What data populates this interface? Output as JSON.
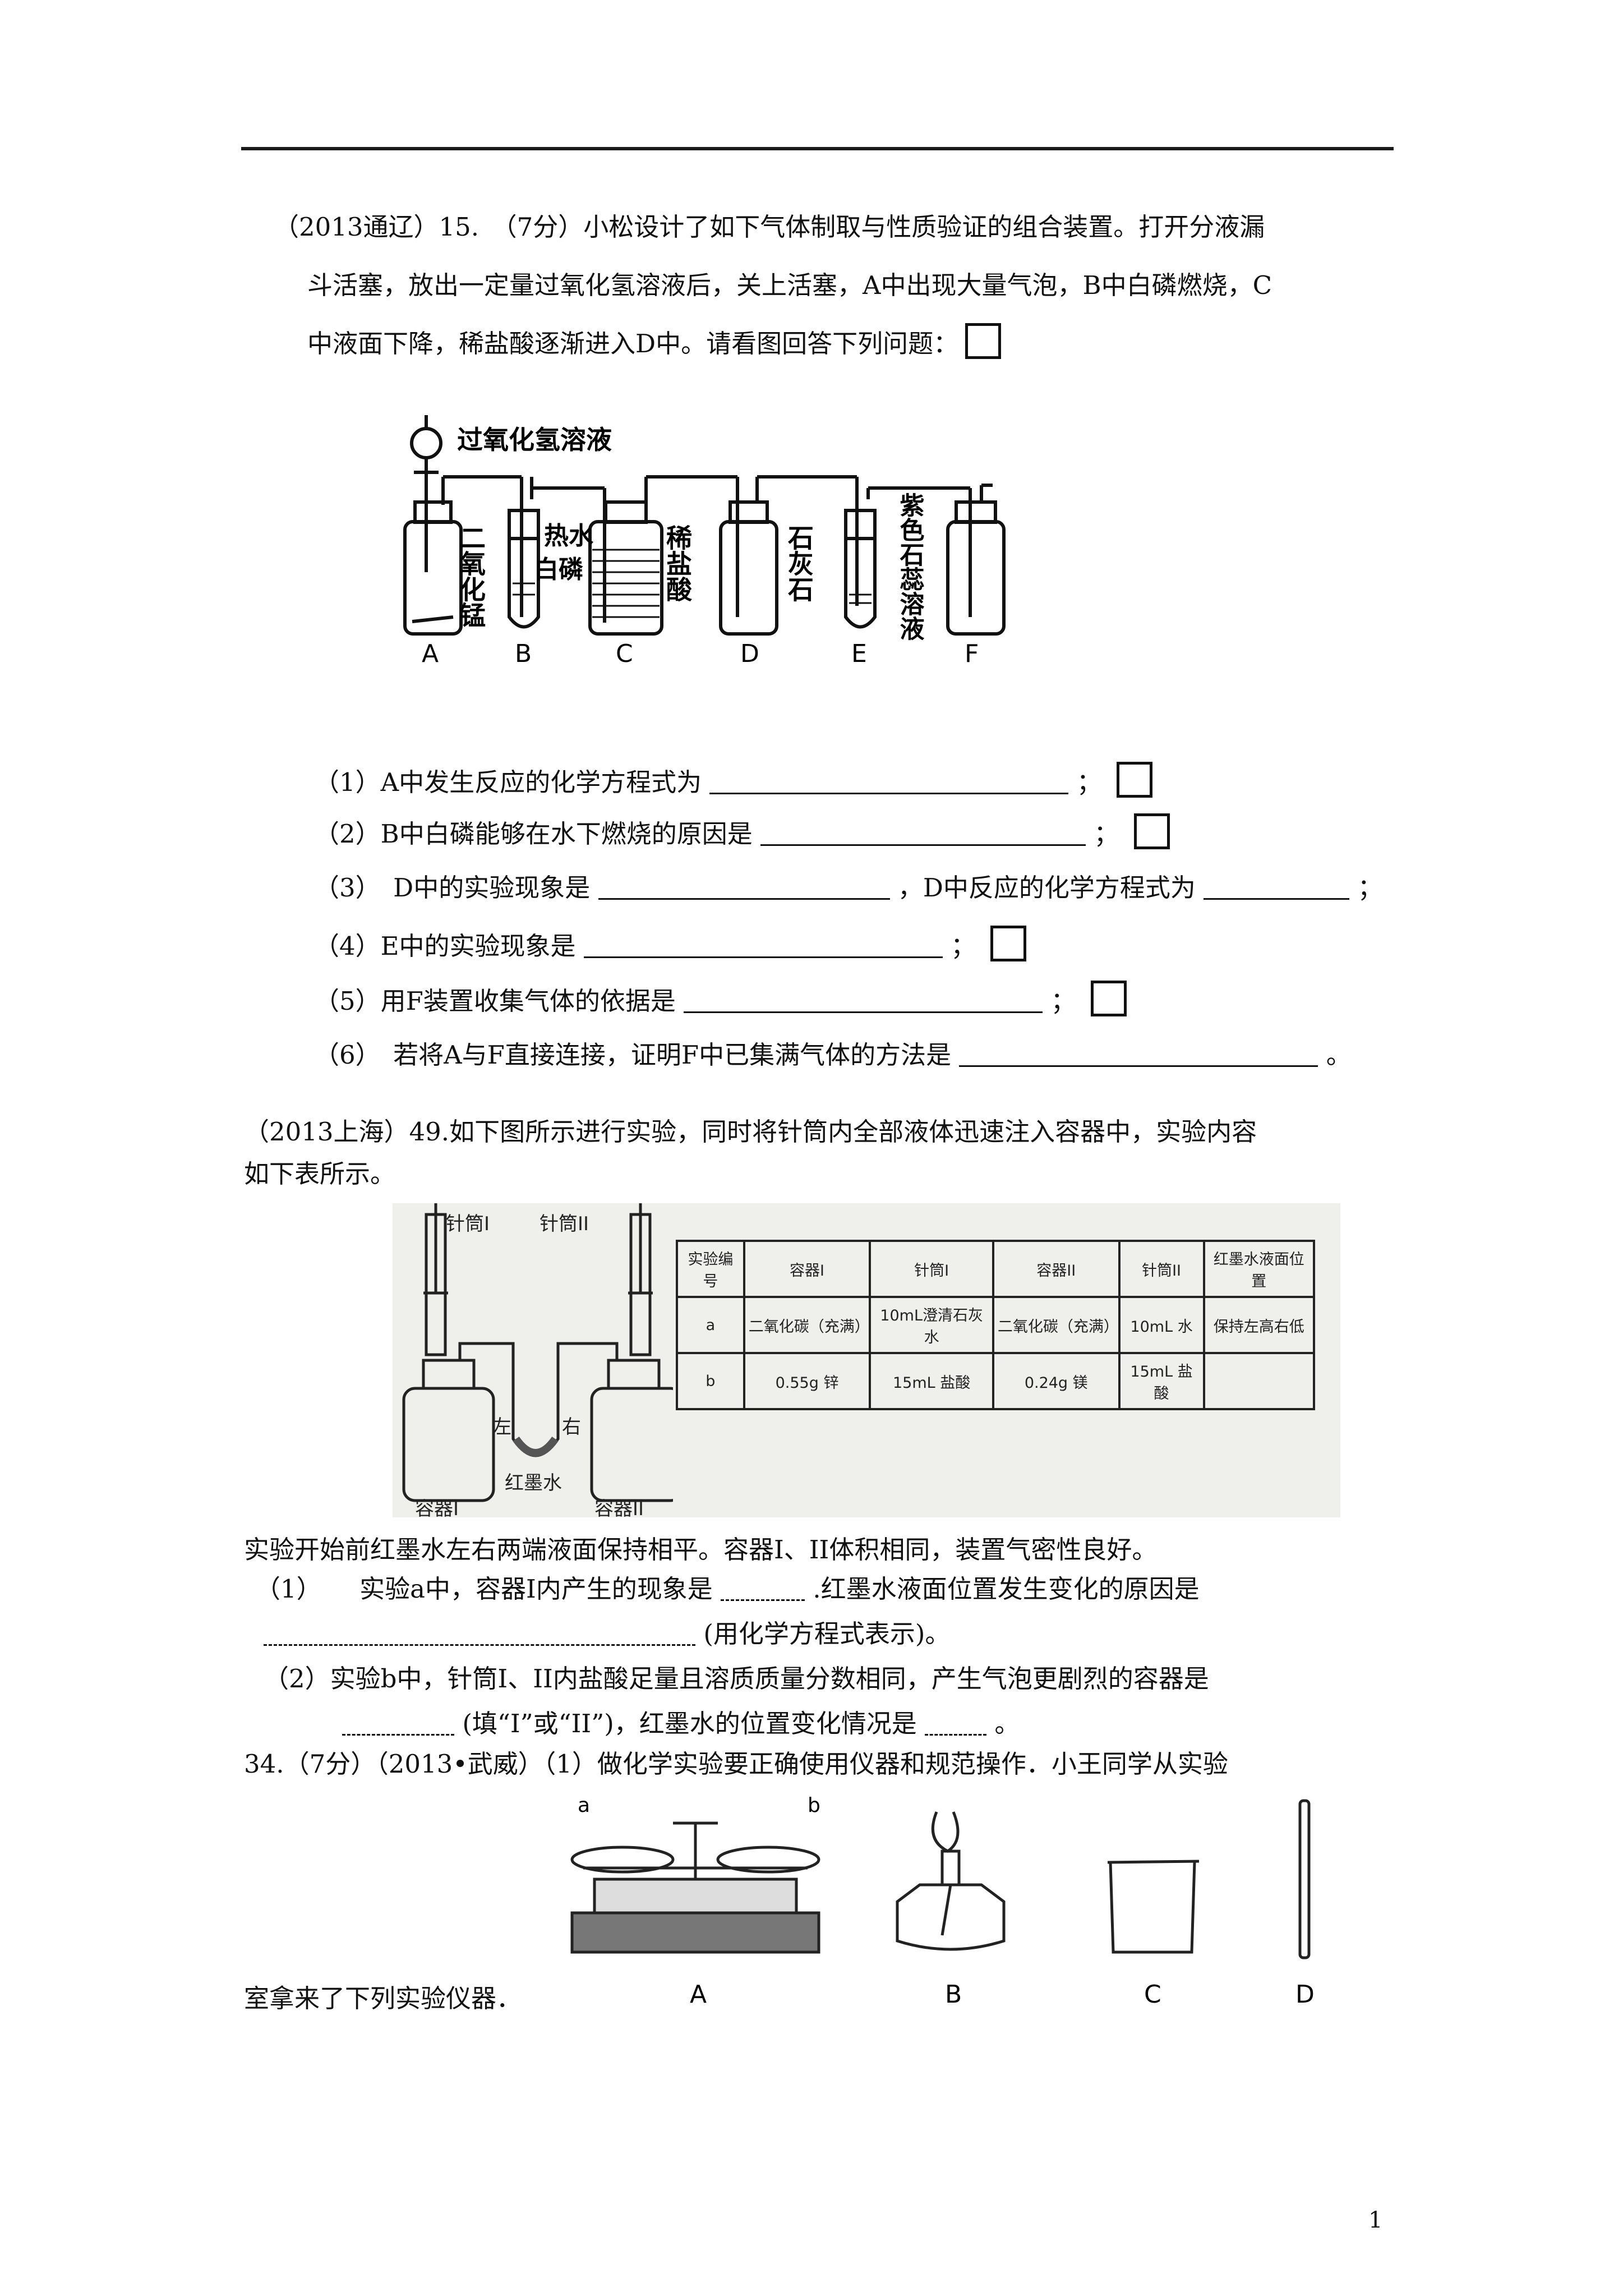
{
  "q15": {
    "line1": "（2013通辽）15.　（7分）小松设计了如下气体制取与性质验证的组合装置。打开分液漏",
    "line2": "斗活塞，放出一定量过氧化氢溶液后，关上活塞，A中出现大量气泡，B中白磷燃烧，C",
    "line3": "中液面下降，稀盐酸逐渐进入D中。请看图回答下列问题：",
    "figure": {
      "top_label": "过氧化氢溶液",
      "a_label": "二氧化锰",
      "b_label": "热水白磷",
      "c_label": "稀盐酸",
      "d_label": "石灰石",
      "e_label": "紫色石蕊溶液",
      "letters": [
        "A",
        "B",
        "C",
        "D",
        "E",
        "F"
      ]
    },
    "sub1": "（1）A中发生反应的化学方程式为",
    "sub2": "（2）B中白磷能够在水下燃烧的原因是",
    "sub3a": "（3）　D中的实验现象是",
    "sub3b": "，D中反应的化学方程式为",
    "sub4": "（4）E中的实验现象是",
    "sub5": "（5）用F装置收集气体的依据是",
    "sub6": "（6）　若将A与F直接连接，证明F中已集满气体的方法是",
    "semicolon": "；",
    "period": "。"
  },
  "q49": {
    "line1": "（2013上海）49.如下图所示进行实验，同时将针筒内全部液体迅速注入容器中，实验内容",
    "line2": "如下表所示。",
    "figure": {
      "syringe1": "针筒I",
      "syringe2": "针筒II",
      "left": "左",
      "right": "右",
      "ink": "红墨水",
      "container1": "容器I",
      "container2": "容器II"
    },
    "table": {
      "headers": [
        "实验编号",
        "容器I",
        "针筒I",
        "容器II",
        "针筒II",
        "红墨水液面位置"
      ],
      "rows": [
        [
          "a",
          "二氧化碳（充满）",
          "10mL澄清石灰水",
          "二氧化碳（充满）",
          "10mL 水",
          "保持左高右低"
        ],
        [
          "b",
          "0.55g 锌",
          "15mL 盐酸",
          "0.24g 镁",
          "15mL 盐酸",
          ""
        ]
      ]
    },
    "after": "实验开始前红墨水左右两端液面保持相平。容器I、II体积相同，装置气密性良好。",
    "sub1a": "（1）　　实验a中，容器I内产生的现象是",
    "sub1b": ".红墨水液面位置发生变化的原因是",
    "sub1c": "(用化学方程式表示)。",
    "sub2a": "（2）实验b中，针筒I、II内盐酸足量且溶质质量分数相同，产生气泡更剧烈的容器是",
    "sub2b": "(填“I”或“II”)，红墨水的位置变化情况是",
    "sub2c": "。"
  },
  "q34": {
    "line1": "34.（7分）（2013•武威）（1）做化学实验要正确使用仪器和规范操作．小王同学从实验",
    "line2": "室拿来了下列实验仪器．",
    "labels": [
      "A",
      "B",
      "C",
      "D"
    ],
    "pan_a": "a",
    "pan_b": "b"
  },
  "page_number": "1"
}
